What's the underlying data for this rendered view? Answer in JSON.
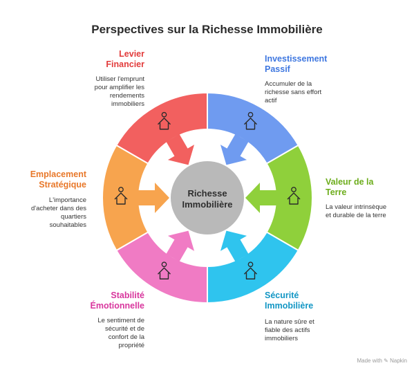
{
  "title": "Perspectives sur la Richesse Immobilière",
  "center": {
    "line1": "Richesse",
    "line2": "Immobilière"
  },
  "segments": [
    {
      "label1": "Levier",
      "label2": "Financier",
      "desc": [
        "Utiliser l'emprunt",
        "pour amplifier les",
        "rendements",
        "immobiliers"
      ],
      "color": "#f2605f",
      "accent": "#e23b3b",
      "icon": "scale-money-house-icon"
    },
    {
      "label1": "Investissement",
      "label2": "Passif",
      "desc": [
        "Accumuler de la",
        "richesse sans effort",
        "actif"
      ],
      "color": "#6f9bf0",
      "accent": "#3e77e0",
      "icon": "relaxing-person-icon"
    },
    {
      "label1": "Valeur de la",
      "label2": "Terre",
      "desc": [
        "La valeur intrinsèque",
        "et durable de la terre"
      ],
      "color": "#8fd03b",
      "accent": "#6dad1c",
      "icon": "globe-value-icon"
    },
    {
      "label1": "Sécurité",
      "label2": "Immobilière",
      "desc": [
        "La nature sûre et",
        "fiable des actifs",
        "immobiliers"
      ],
      "color": "#2fc4ee",
      "accent": "#1296c4",
      "icon": "shield-house-icon"
    },
    {
      "label1": "Stabilité",
      "label2": "Émotionnelle",
      "desc": [
        "Le sentiment de",
        "sécurité et de",
        "confort de la",
        "propriété"
      ],
      "color": "#f07bc4",
      "accent": "#d8369d",
      "icon": "heart-house-icon"
    },
    {
      "label1": "Emplacement",
      "label2": "Stratégique",
      "desc": [
        "L'importance",
        "d'acheter dans des",
        "quartiers",
        "souhaitables"
      ],
      "color": "#f7a44e",
      "accent": "#e8782a",
      "icon": "location-house-icon"
    }
  ],
  "watermark": "Made with ✎ Napkin"
}
